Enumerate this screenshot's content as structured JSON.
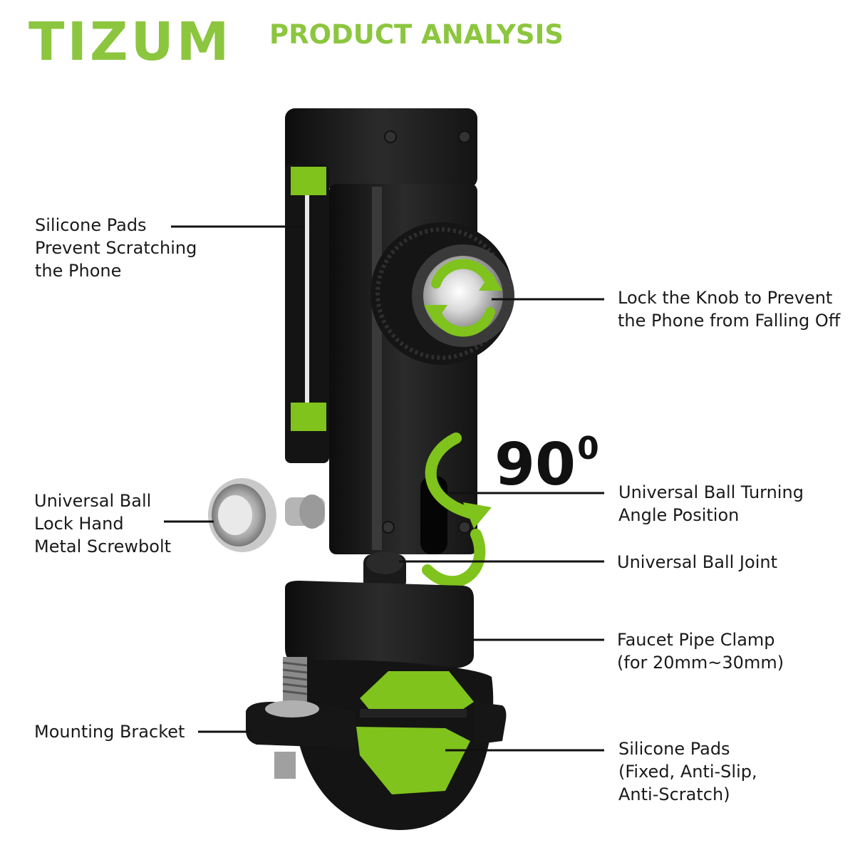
{
  "brand": {
    "logo_text": "TIZUM",
    "accent_color": "#8cc63f"
  },
  "header": {
    "title": "PRODUCT ANALYSIS"
  },
  "rotation": {
    "value": "90",
    "superscript": "0"
  },
  "callouts": [
    {
      "lines": [
        "Silicone Pads",
        "Prevent Scratching",
        "the Phone"
      ]
    },
    {
      "lines": [
        "Lock the Knob to Prevent",
        "the Phone from Falling Off"
      ]
    },
    {
      "lines": [
        "Universal Ball",
        "Lock Hand",
        "Metal Screwbolt"
      ]
    },
    {
      "lines": [
        "Universal Ball Turning",
        "Angle Position"
      ]
    },
    {
      "lines": [
        "Universal Ball Joint"
      ]
    },
    {
      "lines": [
        "Faucet Pipe Clamp",
        "(for 20mm~30mm)"
      ]
    },
    {
      "lines": [
        "Mounting Bracket"
      ]
    },
    {
      "lines": [
        "Silicone Pads",
        "(Fixed, Anti-Slip,",
        "Anti-Scratch)"
      ]
    }
  ]
}
